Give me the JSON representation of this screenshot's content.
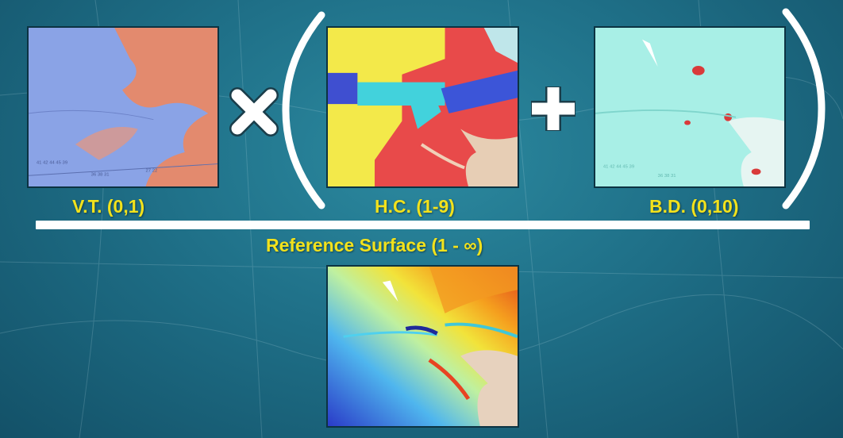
{
  "slide": {
    "numerator": {
      "left_map_label": "V.T. (0,1)",
      "operator_multiply": "×",
      "middle_map_label": "H.C. (1-9)",
      "operator_plus": "+",
      "right_map_label": "B.D. (0,10)"
    },
    "denominator_label": "Reference Surface (1 - ∞)",
    "colors": {
      "background": "#1f7088",
      "label_yellow": "#f2e21c",
      "fraction_bar": "#ffffff"
    },
    "icons": [
      "multiply-sign-icon",
      "plus-sign-icon",
      "left-parenthesis-icon",
      "right-parenthesis-icon"
    ]
  }
}
